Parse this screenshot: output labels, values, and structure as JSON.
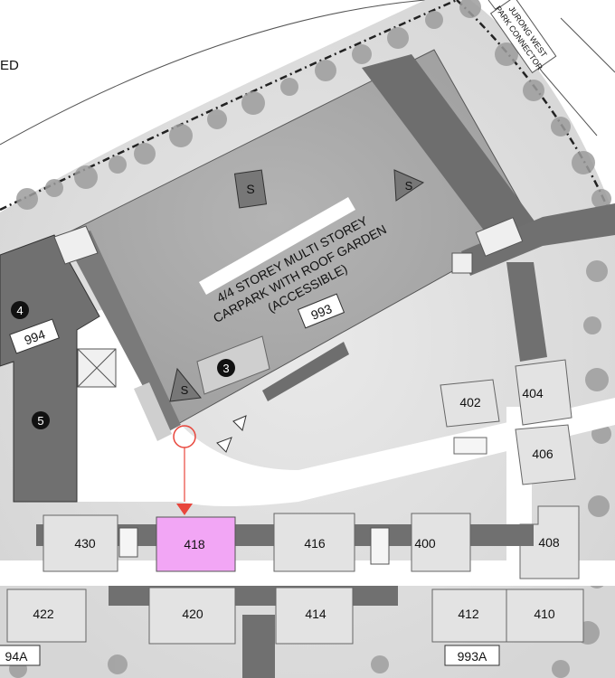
{
  "corner_text": "ED",
  "connector_label": [
    "JURONG WEST",
    "PARK CONNECTOR"
  ],
  "carpark": {
    "lines": [
      "4/4 STOREY MULTI STOREY",
      "CARPARK WITH ROOF GARDEN",
      "(ACCESSIBLE)"
    ],
    "block": "993",
    "marker": "3"
  },
  "markers": {
    "m4": "4",
    "m5": "5"
  },
  "sign_s": "S",
  "block_tags": {
    "b994": "994",
    "b993a": "993A",
    "b994a": "94A"
  },
  "blocks": {
    "b402": "402",
    "b404": "404",
    "b406": "406",
    "b408": "408",
    "b430": "430",
    "b418": "418",
    "b416": "416",
    "b400": "400",
    "b422": "422",
    "b420": "420",
    "b414": "414",
    "b412": "412",
    "b410": "410"
  },
  "colors": {
    "highlight": "#f2a6f5",
    "pointer": "#e8463c"
  }
}
